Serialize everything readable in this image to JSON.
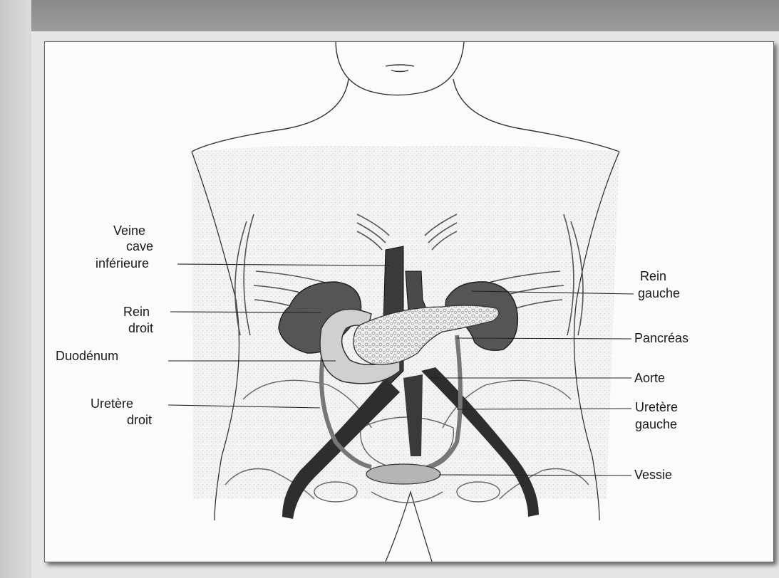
{
  "labels": {
    "veine_line1": "Veine",
    "veine_line2": "cave",
    "veine_line3": "inférieure",
    "rein_droit_line1": "Rein",
    "rein_droit_line2": "droit",
    "duodenum": "Duodénum",
    "uretere_droit_line1": "Uretère",
    "uretere_droit_line2": "droit",
    "rein_gauche_line1": "Rein",
    "rein_gauche_line2": "gauche",
    "pancreas": "Pancréas",
    "aorte": "Aorte",
    "uretere_gauche_line1": "Uretère",
    "uretere_gauche_line2": "gauche",
    "vessie": "Vessie"
  }
}
